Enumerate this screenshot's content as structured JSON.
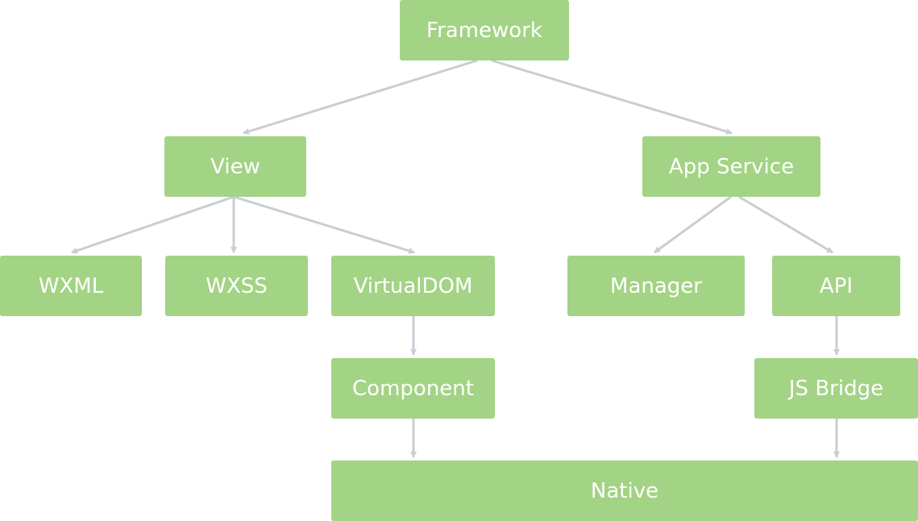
{
  "diagram": {
    "nodes": {
      "framework": "Framework",
      "view": "View",
      "app_service": "App Service",
      "wxml": "WXML",
      "wxss": "WXSS",
      "virtualdom": "VirtualDOM",
      "manager": "Manager",
      "api": "API",
      "component": "Component",
      "js_bridge": "JS Bridge",
      "native": "Native"
    },
    "edges": [
      {
        "from": "framework",
        "to": "view"
      },
      {
        "from": "framework",
        "to": "app_service"
      },
      {
        "from": "view",
        "to": "wxml"
      },
      {
        "from": "view",
        "to": "wxss"
      },
      {
        "from": "view",
        "to": "virtualdom"
      },
      {
        "from": "app_service",
        "to": "manager"
      },
      {
        "from": "app_service",
        "to": "api"
      },
      {
        "from": "virtualdom",
        "to": "component"
      },
      {
        "from": "component",
        "to": "native"
      },
      {
        "from": "api",
        "to": "js_bridge"
      },
      {
        "from": "js_bridge",
        "to": "native"
      }
    ],
    "colors": {
      "node_fill": "#a3d384",
      "node_text": "#ffffff",
      "edge": "#c9cdd4"
    }
  }
}
